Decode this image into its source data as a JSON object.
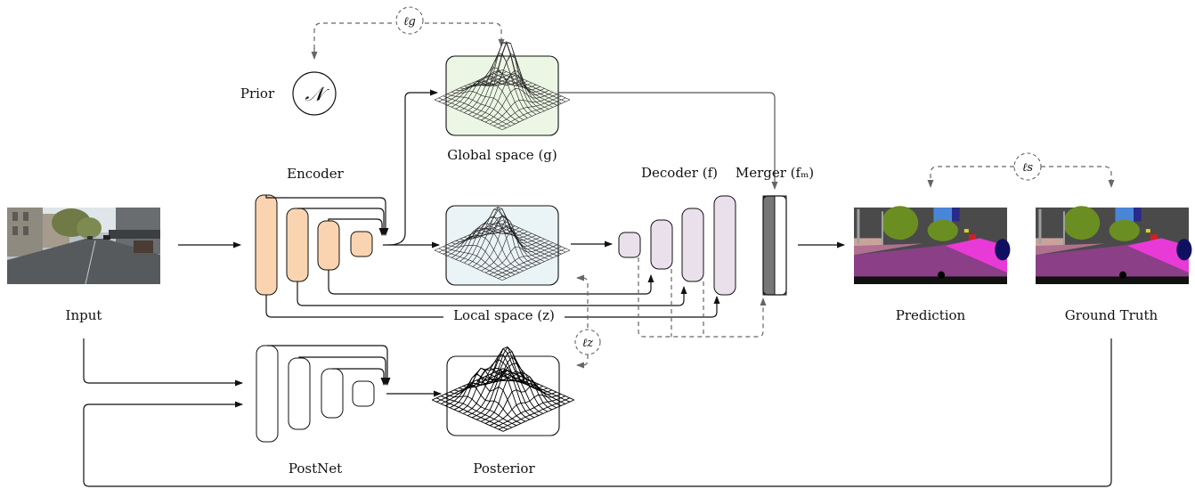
{
  "labels": {
    "input": "Input",
    "encoder": "Encoder",
    "postnet": "PostNet",
    "posterior": "Posterior",
    "prior": "Prior",
    "prior_symbol": "𝒩",
    "global_space": "Global space (g)",
    "local_space": "Local space (z)",
    "decoder": "Decoder (f)",
    "merger": "Merger (fₘ)",
    "prediction": "Prediction",
    "ground_truth": "Ground Truth"
  },
  "losses": {
    "global": "ℓg",
    "latent": "ℓz",
    "segmentation": "ℓs"
  },
  "colors": {
    "encoder_fill": "#fad4b0",
    "decoder_fill": "#e9e0ec",
    "global_panel_fill": "#ecf6e4",
    "local_panel_fill": "#eaf3f5",
    "merger_dark": "#777777",
    "seg_road": "#8a3f86",
    "seg_sidewalk": "#e83ad6",
    "seg_vegetation": "#6b8e23",
    "seg_building": "#4a4a4a",
    "seg_sky": "#4a86d8"
  },
  "icons": {
    "prior": "normal-distribution-circle",
    "surfaces": "3d-wireframe-surface",
    "input_photo": "street-scene-photo",
    "segmentation_map": "semantic-segmentation-map"
  }
}
